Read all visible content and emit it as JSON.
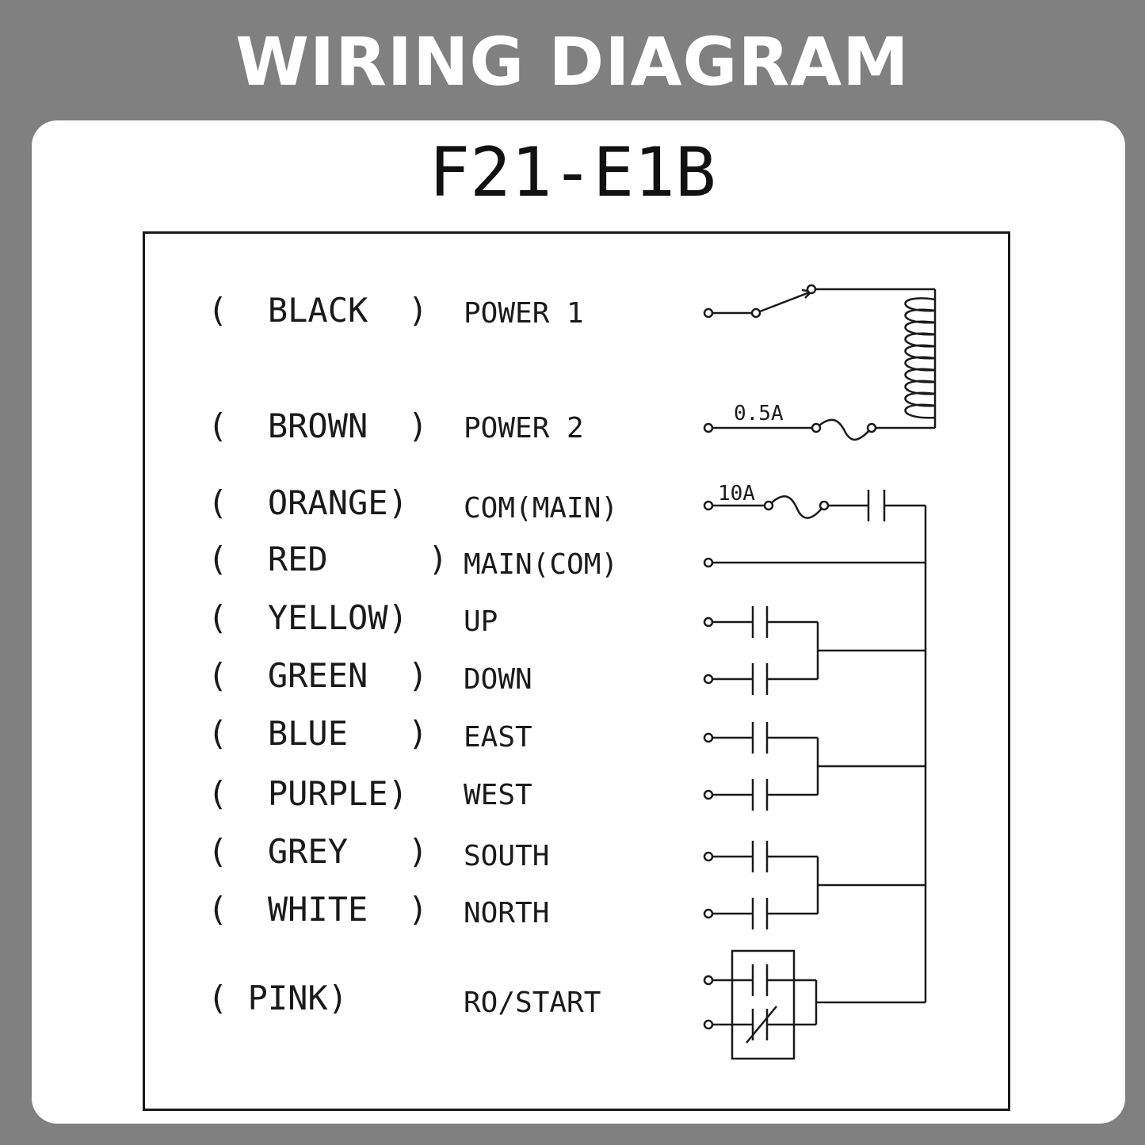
{
  "banner": {
    "title": "WIRING DIAGRAM"
  },
  "model": "F21-E1B",
  "colors": {
    "background": "#808080",
    "card": "#ffffff",
    "ink": "#1a1a1a"
  },
  "terminals": [
    {
      "wire": "(  BLACK  )",
      "function": "POWER 1"
    },
    {
      "wire": "(  BROWN  )",
      "function": "POWER 2"
    },
    {
      "wire": "(  ORANGE)",
      "function": "COM(MAIN)"
    },
    {
      "wire": "(  RED     )",
      "function": "MAIN(COM)"
    },
    {
      "wire": "(  YELLOW)",
      "function": "UP"
    },
    {
      "wire": "(  GREEN  )",
      "function": "DOWN"
    },
    {
      "wire": "(  BLUE   )",
      "function": "EAST"
    },
    {
      "wire": "(  PURPLE)",
      "function": "WEST"
    },
    {
      "wire": "(  GREY   )",
      "function": "SOUTH"
    },
    {
      "wire": "(  WHITE  )",
      "function": "NORTH"
    },
    {
      "wire": "( PINK)",
      "function": "RO/START"
    }
  ],
  "fuses": {
    "coil_fuse": "0.5A",
    "main_fuse": "10A"
  }
}
